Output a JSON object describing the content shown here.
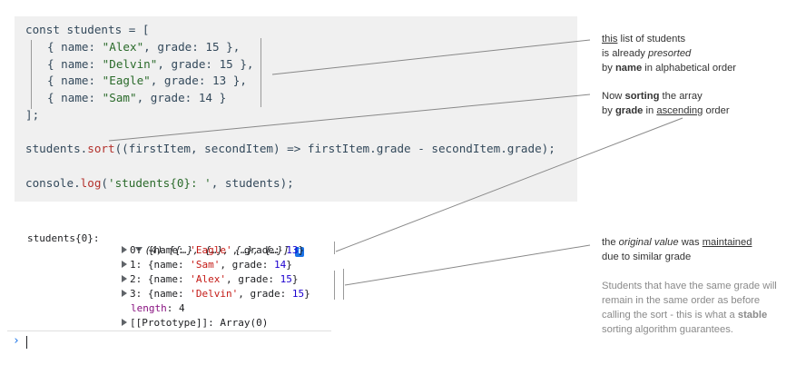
{
  "code": {
    "line1": {
      "a": "const students = ["
    },
    "items": [
      {
        "pre": "{ name: ",
        "name": "\"Alex\"",
        "mid": ", grade: ",
        "grade": "15",
        "post": " },"
      },
      {
        "pre": "{ name: ",
        "name": "\"Delvin\"",
        "mid": ", grade: ",
        "grade": "15",
        "post": " },"
      },
      {
        "pre": "{ name: ",
        "name": "\"Eagle\"",
        "mid": ", grade: ",
        "grade": "13",
        "post": " },"
      },
      {
        "pre": "{ name: ",
        "name": "\"Sam\"",
        "mid": ", grade: ",
        "grade": "14",
        "post": " }"
      }
    ],
    "close": "];",
    "sort": {
      "obj": "students.",
      "method": "sort",
      "rest": "((firstItem, secondItem) => firstItem.grade - secondItem.grade);"
    },
    "log": {
      "obj": "console.",
      "method": "log",
      "open": "(",
      "str": "'students{0}: '",
      "rest": ", students);"
    }
  },
  "console": {
    "label": "students{0}:",
    "summary": "(4) [{…}, {…}, {…}, {…}]",
    "badge": "i",
    "rows": [
      {
        "idx": "0",
        "pre": ": {name: ",
        "name": "'Eagle'",
        "mid": ", grade: ",
        "grade": "13",
        "post": "}"
      },
      {
        "idx": "1",
        "pre": ": {name: ",
        "name": "'Sam'",
        "mid": ", grade: ",
        "grade": "14",
        "post": "}"
      },
      {
        "idx": "2",
        "pre": ": {name: ",
        "name": "'Alex'",
        "mid": ", grade: ",
        "grade": "15",
        "post": "}"
      },
      {
        "idx": "3",
        "pre": ": {name: ",
        "name": "'Delvin'",
        "mid": ", grade: ",
        "grade": "15",
        "post": "}"
      }
    ],
    "length_key": "length",
    "length_val": ": 4",
    "proto": "[[Prototype]]: Array(0)",
    "prompt": "›"
  },
  "annotations": {
    "a1": {
      "w1": "this",
      "w2": " list of students",
      "l2a": "is already ",
      "l2b": "presorted",
      "l3a": "by ",
      "l3b": "name",
      "l3c": " in alphabetical order"
    },
    "a2": {
      "l1a": "Now ",
      "l1b": "sorting",
      "l1c": " the array",
      "l2a": "by ",
      "l2b": "grade",
      "l2c": " in ",
      "l2d": "ascending",
      "l2e": " order"
    },
    "a3": {
      "l1a": "the ",
      "l1b": "original value",
      "l1c": " was ",
      "l1d": "maintained",
      "l2": "due to similar grade"
    },
    "a4": {
      "l1": "Students that have the same grade will",
      "l2": "remain in the same order as before",
      "l3a": "calling the sort - this is what a ",
      "l3b": "stable",
      "l4": "sorting algorithm guarantees."
    }
  }
}
